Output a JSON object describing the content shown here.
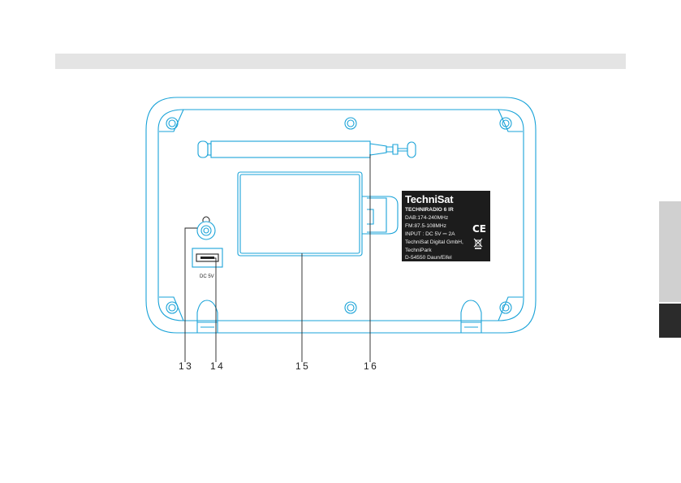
{
  "page": {
    "header_bar_color": "#e4e4e4",
    "accent_line_color": "#1aa3d8",
    "side_tabs": [
      "tab-light",
      "tab-dark"
    ]
  },
  "callouts": {
    "c13": "13",
    "c14": "14",
    "c15": "15",
    "c16": "16"
  },
  "ports": {
    "usb_label": "DC 5V",
    "headphone_icon": "headphone-icon"
  },
  "rating_plate": {
    "brand": "TechniSat",
    "model": "TECHNIRADIO 6 IR",
    "lines": [
      "DAB:174-240MHz",
      "FM:87.5-108MHz",
      "INPUT : DC 5V ⎓ 2A",
      "TechniSat Digital GmbH,",
      "TechniPark",
      "D-54550 Daun/Eifel"
    ],
    "ce_mark": "CE",
    "weee_icon": "crossed-bin-icon"
  }
}
